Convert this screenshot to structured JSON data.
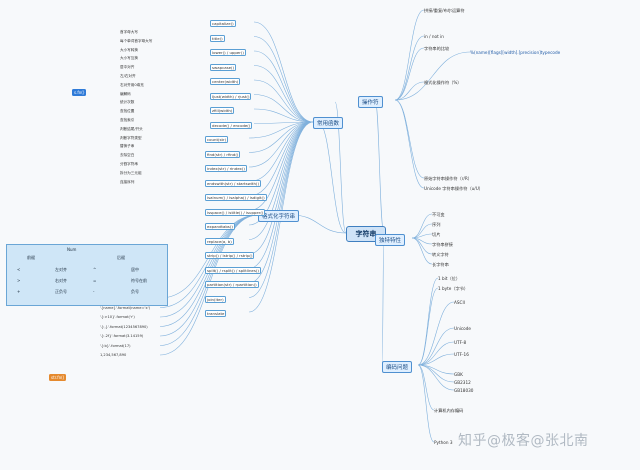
{
  "root": "字符串",
  "categories": {
    "operators": "操作符",
    "features": "独特特性",
    "encoding": "编码问题",
    "func_left": "常用函数",
    "func_left2": "格式化字符串",
    "method_tag": "s.fn()",
    "str_tag": "str.fn()"
  },
  "operators_branch": [
    "拼接/重复/布尔运算符",
    "in / not in",
    "字符串的比较",
    "%(name)[flags][width].[precision]typecode",
    "格式化操作符（%）",
    "原始字符串操作符（r/R）",
    "Unicode 字符串操作符（u/U）"
  ],
  "format_table": {
    "headers": [
      "Num",
      "前缀",
      "后缀"
    ],
    "rows": [
      [
        "<",
        "左对齐",
        "^",
        "居中"
      ],
      [
        ">",
        "右对齐",
        "=",
        "符号在前"
      ],
      [
        "+",
        "正负号",
        "-",
        "负号"
      ]
    ]
  },
  "left_methods": [
    "capitalize()",
    "title()",
    "lower() / upper()",
    "swapcase()",
    "center(width)",
    "ljust(width) / rjust()",
    "zfill(width)",
    "decode() / encode()",
    "count(str)",
    "find(str) / rfind()",
    "index(str) / rindex()",
    "endswith(str) / startswith()",
    "isalnum() / isalpha() / isdigit()",
    "isspace() / istitle() / isupper()",
    "expandtabs()",
    "replace(a, b)",
    "strip() / lstrip() / rstrip()",
    "split() / rsplit() / splitlines()",
    "partition(str) / rpartition()",
    "join(iter)",
    "translate"
  ],
  "left_notes": [
    "首字母大写",
    "每个单词首字母大写",
    "大小写转换",
    "大小写互换",
    "居中对齐",
    "左/右对齐",
    "右对齐用0填充",
    "编解码",
    "统计次数",
    "查找位置",
    "查找索引",
    "判断结尾/开头",
    "判断字符类型",
    "替换子串",
    "去除空白",
    "分割字符串",
    "拆分为三元组",
    "连接序列"
  ],
  "format_examples": [
    "'{0} is {1}'.format('a', 'b')",
    "'{name}'.format(name='x')",
    "'{:>10}'.format('r')",
    "'{:,}'.format(1234567890)",
    "'{:.2f}'.format(3.14159)",
    "'{:b}'.format(17)",
    "1,234,567,890"
  ],
  "features_branch": [
    "不可变",
    "序列",
    "切片",
    "字符串拼接",
    "转义字符",
    "长字符串"
  ],
  "encoding_branch": [
    "1 bit（位）",
    "1 byte（字节）",
    "ASCII",
    "Unicode",
    "UTF-8",
    "UTF-16",
    "GBK",
    "GB2312",
    "GB18030",
    "计算机内存编码",
    "Python 3"
  ],
  "watermark": "知乎@极客@张北南"
}
